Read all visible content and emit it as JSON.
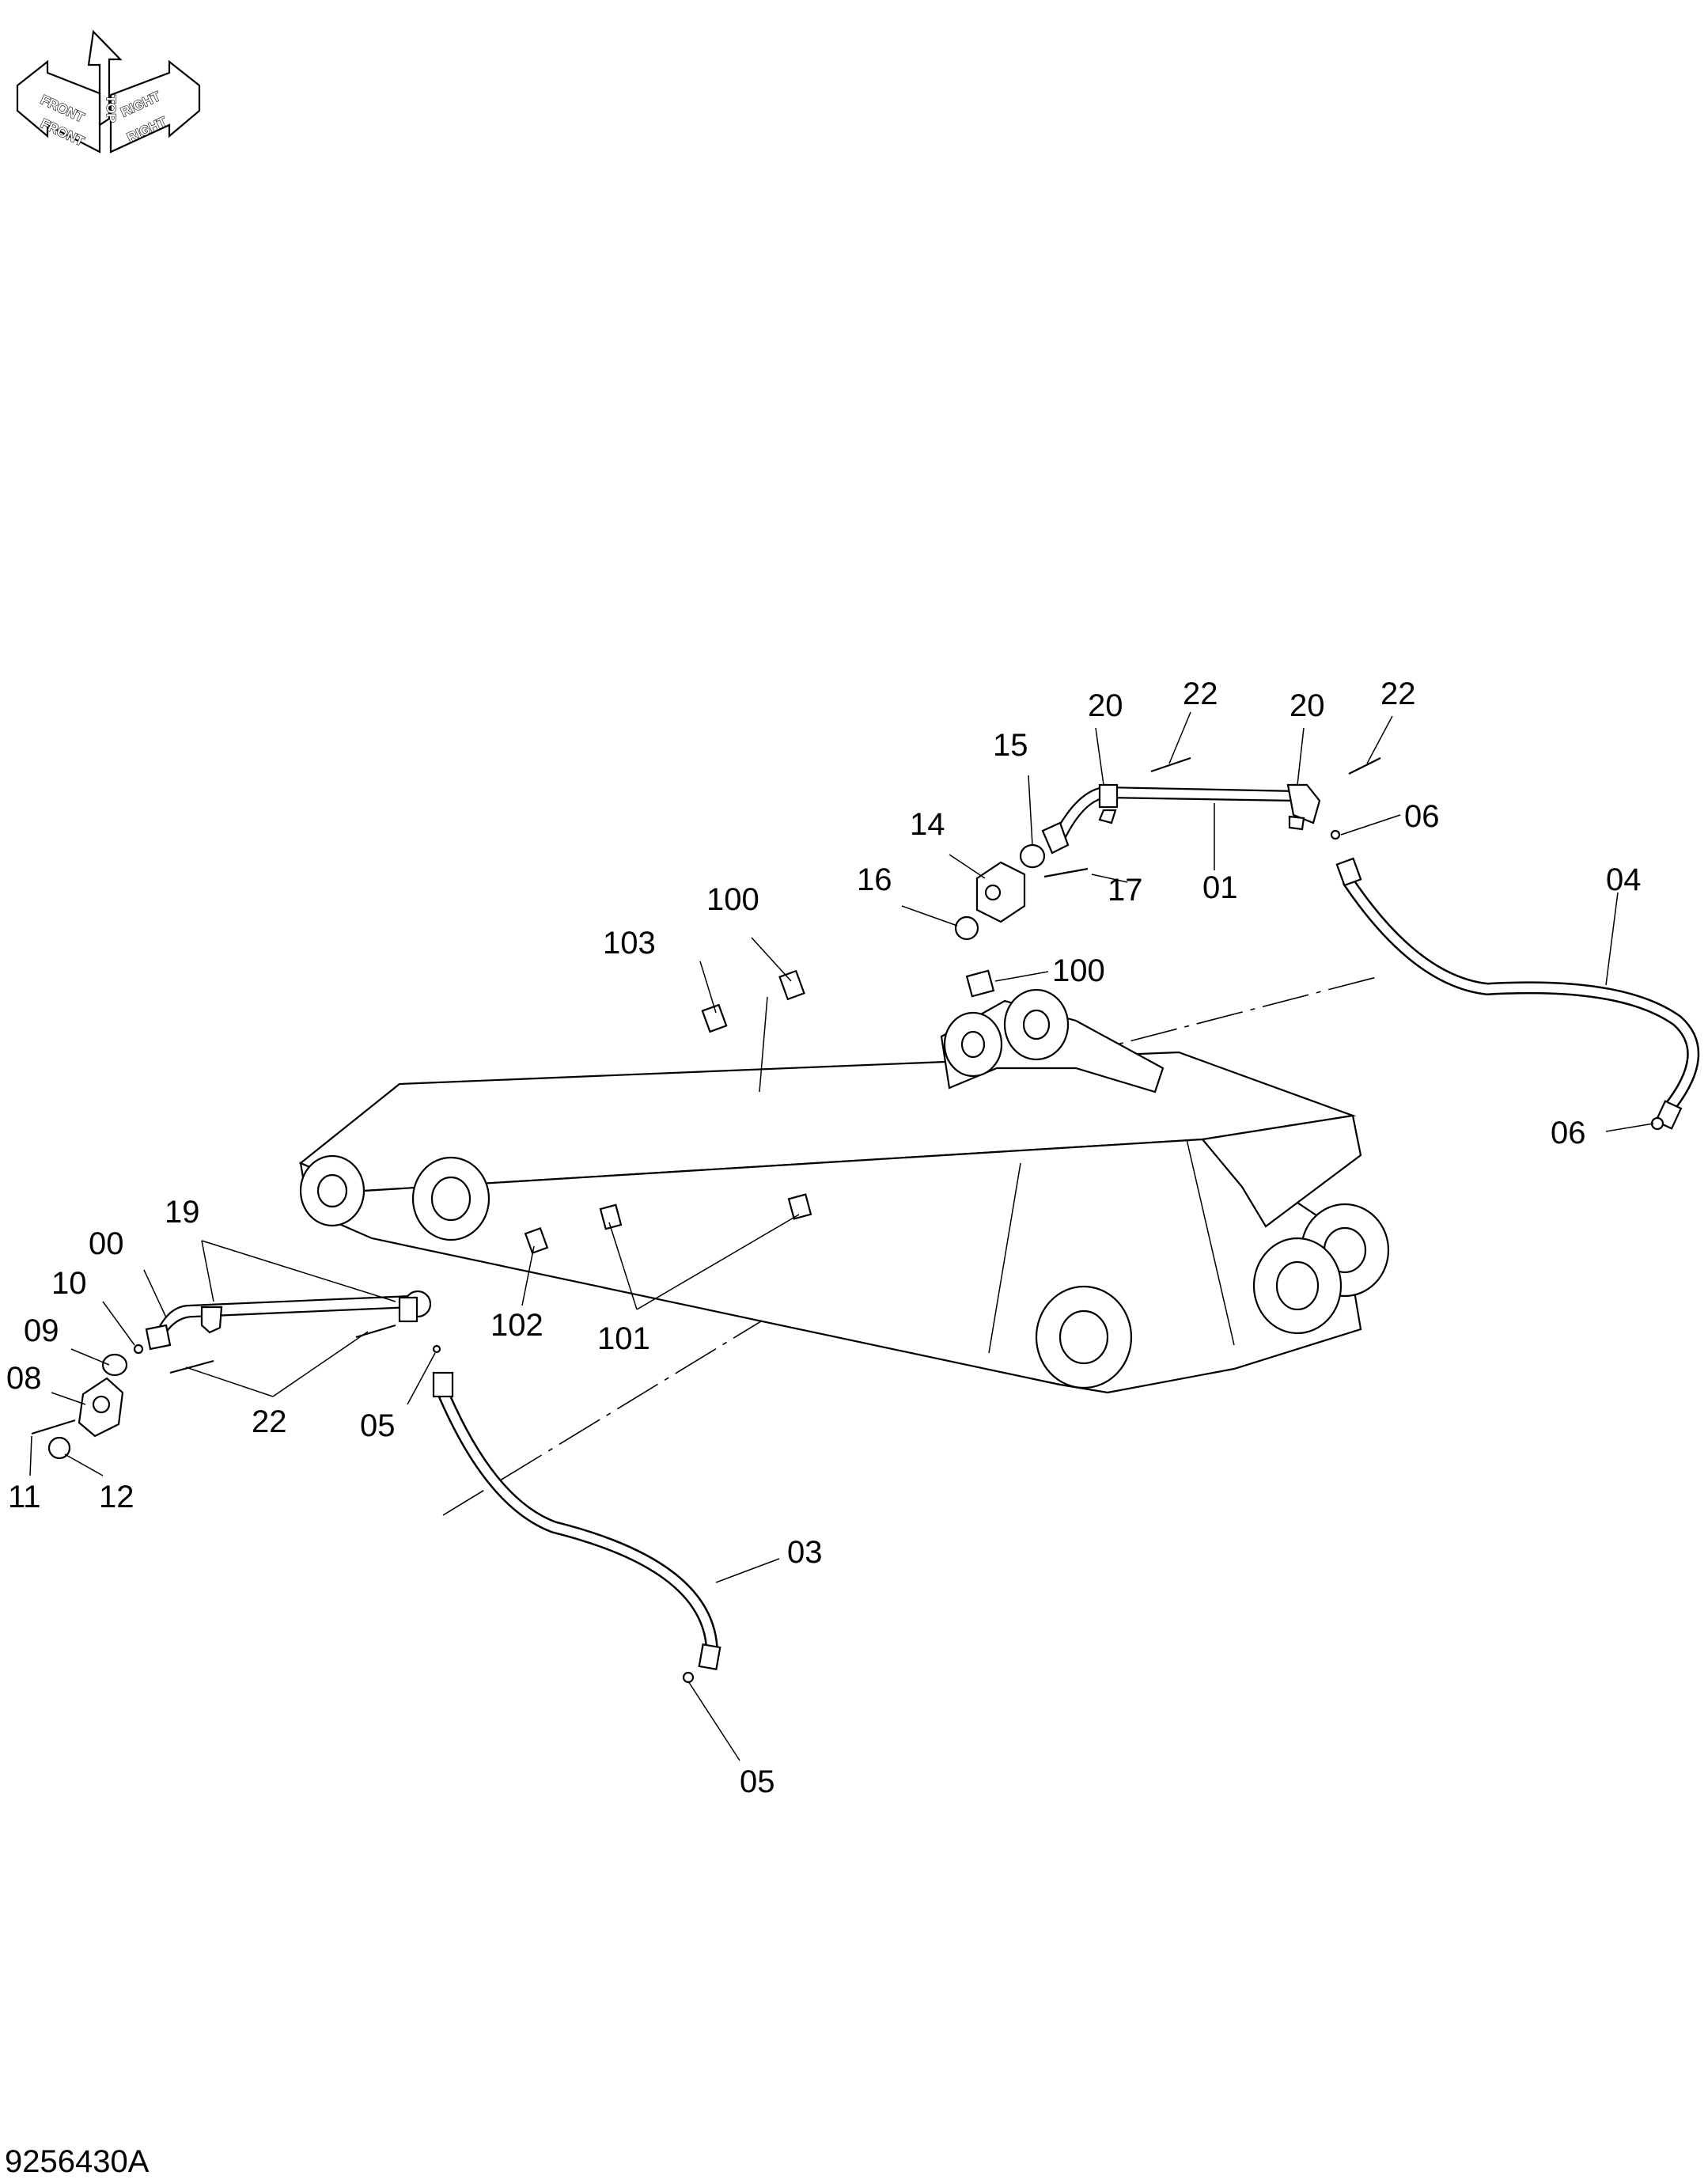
{
  "orientation": {
    "top": "TOP",
    "front": "FRONT",
    "right": "RIGHT"
  },
  "figure_number": "9256430A",
  "callouts": {
    "c00": "00",
    "c01": "01",
    "c03": "03",
    "c04": "04",
    "c05_a": "05",
    "c05_b": "05",
    "c06_a": "06",
    "c06_b": "06",
    "c08": "08",
    "c09": "09",
    "c10": "10",
    "c11": "11",
    "c12": "12",
    "c14": "14",
    "c15": "15",
    "c16": "16",
    "c17": "17",
    "c19": "19",
    "c20_a": "20",
    "c20_b": "20",
    "c22_a": "22",
    "c22_b": "22",
    "c22_c": "22",
    "c100_a": "100",
    "c100_b": "100",
    "c101": "101",
    "c102": "102",
    "c103": "103"
  }
}
